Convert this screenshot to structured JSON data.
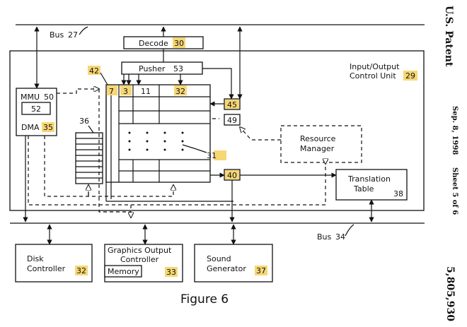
{
  "figure_caption": "Figure 6",
  "patent": {
    "title": "U.S. Patent",
    "date": "Sep. 8, 1998",
    "sheet": "Sheet 5 of 6",
    "number": "5,805,930"
  },
  "bus27": {
    "label": "Bus",
    "ref": "27"
  },
  "decode": {
    "label": "Decode",
    "ref": "30"
  },
  "io_unit": {
    "line1": "Input/Output",
    "line2": "Control Unit",
    "ref": "29"
  },
  "pusher": {
    "label": "Pusher",
    "ref": "53"
  },
  "ref42": "42",
  "mmu": {
    "label": "MMU",
    "ref": "50",
    "inner": "52",
    "dma": "DMA",
    "dma_ref": "35"
  },
  "table_refs": {
    "a": "7",
    "b": "3",
    "c": "11",
    "d": "32"
  },
  "ref36": "36",
  "ref31": "31",
  "boxes_right": {
    "top": "45",
    "mid": "49",
    "bottom": "40"
  },
  "resource_manager": {
    "line1": "Resource",
    "line2": "Manager"
  },
  "translation_table": {
    "line1": "Translation",
    "line2": "Table",
    "ref": "38"
  },
  "bus34": {
    "label": "Bus",
    "ref": "34"
  },
  "disk": {
    "line1": "Disk",
    "line2": "Controller",
    "ref": "32"
  },
  "graphics": {
    "line1": "Graphics Output",
    "line2": "Controller",
    "memory": "Memory",
    "ref": "33"
  },
  "sound": {
    "line1": "Sound",
    "line2": "Generator",
    "ref": "37"
  }
}
